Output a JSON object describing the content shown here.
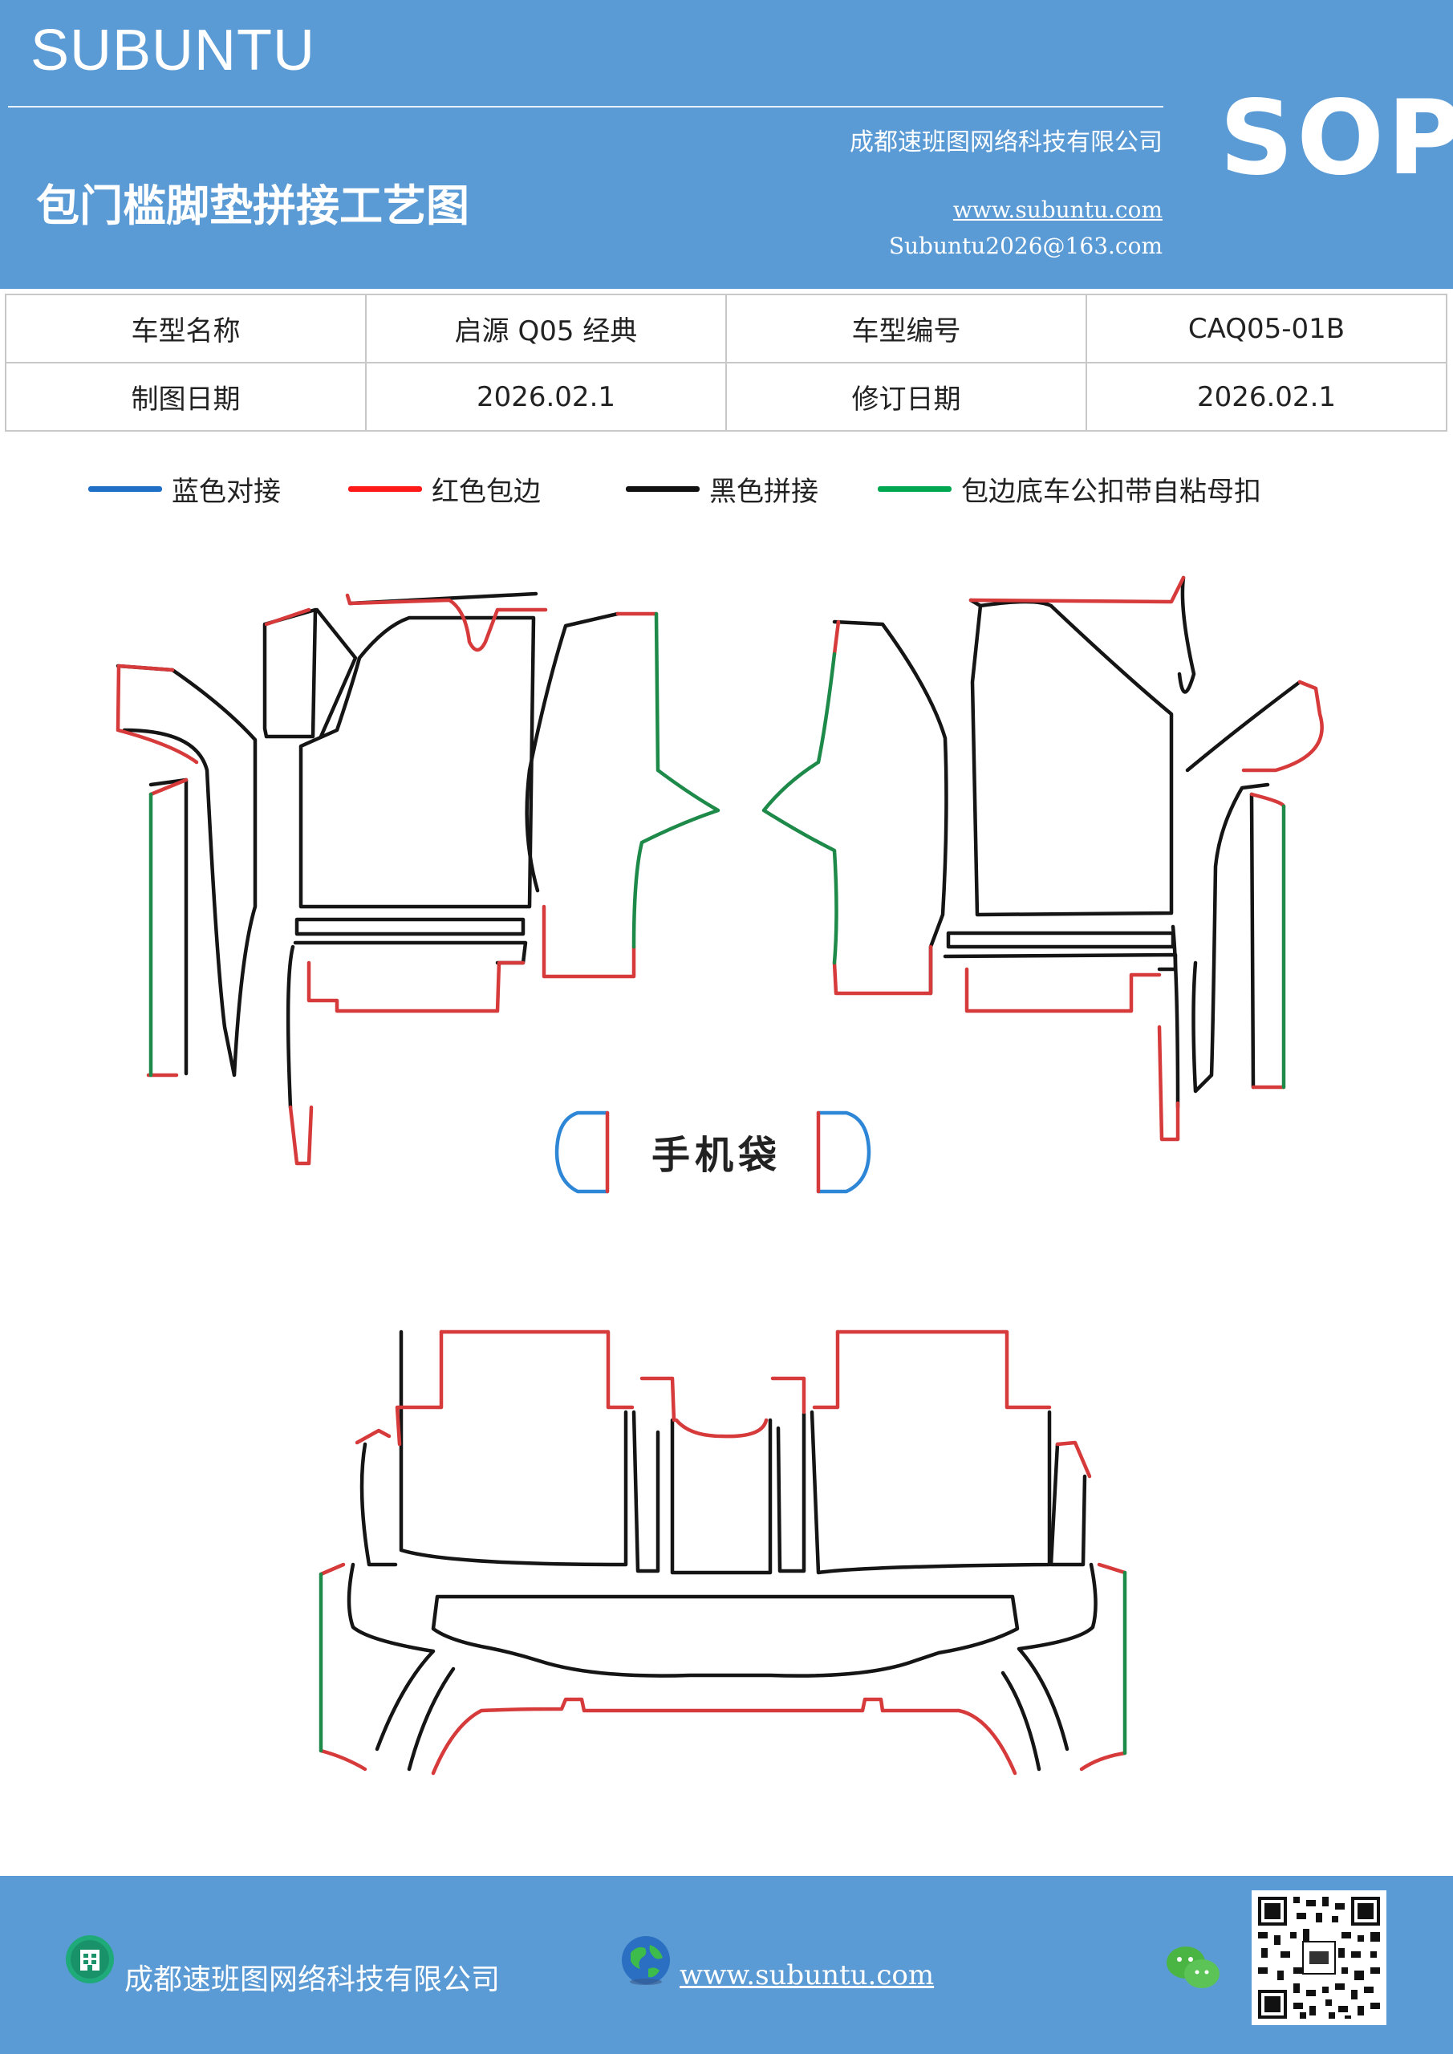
{
  "header": {
    "brand": "SUBUNTU",
    "badge": "SOP",
    "title": "包门槛脚垫拼接工艺图",
    "company": "成都速班图网络科技有限公司",
    "website": "www.subuntu.com",
    "email": "Subuntu2026@163.com",
    "background": "#5b9bd5"
  },
  "info_table": {
    "rows": [
      [
        "车型名称",
        "启源 Q05 经典",
        "车型编号",
        "CAQ05-01B"
      ],
      [
        "制图日期",
        "2026.02.1",
        "修订日期",
        "2026.02.1"
      ]
    ]
  },
  "legend": [
    {
      "label": "蓝色对接",
      "color": "#1f6fc6"
    },
    {
      "label": "红色包边",
      "color": "#ff1a1a"
    },
    {
      "label": "黑色拼接",
      "color": "#111111"
    },
    {
      "label": "包边底车公扣带自粘母扣",
      "color": "#00a650"
    }
  ],
  "diagram": {
    "pocket_label": "手机袋",
    "stroke_colors": {
      "black": "#151515",
      "red": "#d63a3a",
      "green": "#1e8a4a",
      "blue": "#2e86d6"
    }
  },
  "footer": {
    "company": "成都速班图网络科技有限公司",
    "website": "www.subuntu.com",
    "building_icon": "building-icon",
    "globe_icon": "globe-icon",
    "wechat_icon": "wechat-icon",
    "qr": "qr-code"
  }
}
